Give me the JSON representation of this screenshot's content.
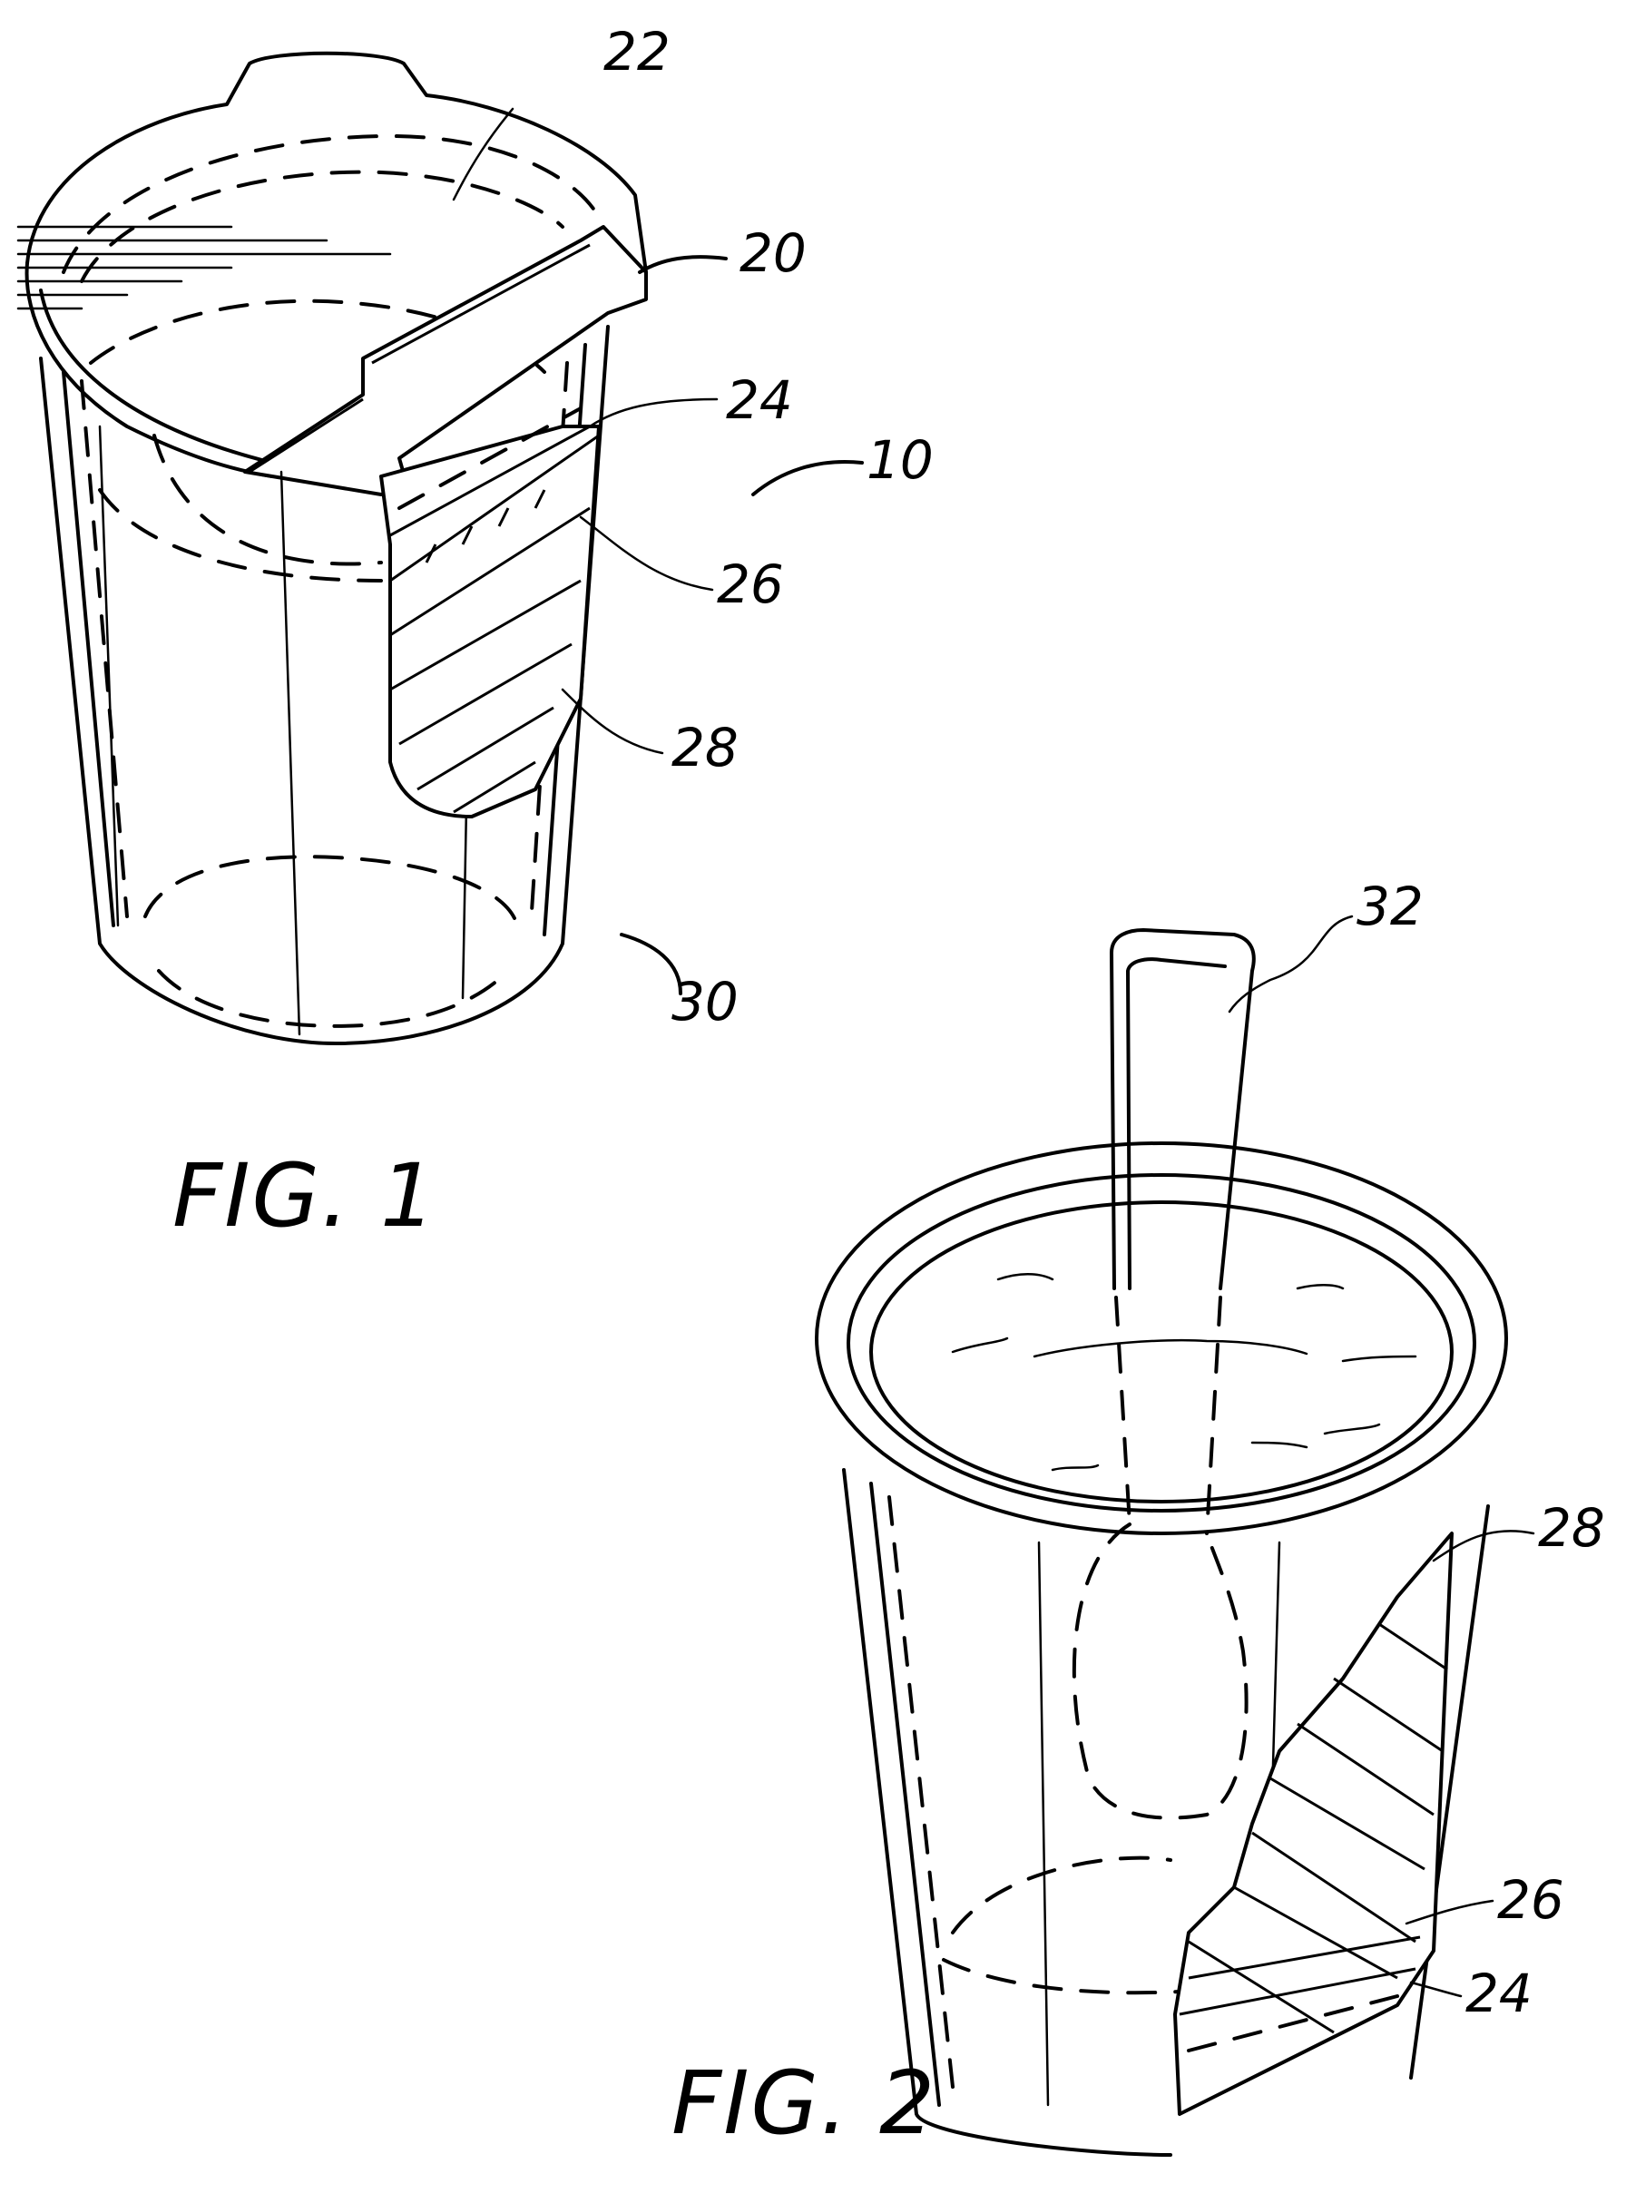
{
  "document": {
    "type": "patent drawing sheet",
    "figures": [
      {
        "label": "FIG. 1",
        "description": "Cup with peelable lid, partially cut away showing layered contents",
        "reference_numerals": [
          {
            "id": "22",
            "label": "22"
          },
          {
            "id": "20",
            "label": "20"
          },
          {
            "id": "24",
            "label": "24"
          },
          {
            "id": "10",
            "label": "10"
          },
          {
            "id": "26",
            "label": "26"
          },
          {
            "id": "28",
            "label": "28"
          },
          {
            "id": "30",
            "label": "30"
          }
        ]
      },
      {
        "label": "FIG. 2",
        "description": "Open cup with spoon inserted, wall cut away showing layers",
        "reference_numerals": [
          {
            "id": "32",
            "label": "32"
          },
          {
            "id": "28",
            "label": "28"
          },
          {
            "id": "26",
            "label": "26"
          },
          {
            "id": "24",
            "label": "24"
          }
        ]
      }
    ]
  },
  "colors": {
    "background": "#ffffff",
    "ink": "#000000"
  }
}
